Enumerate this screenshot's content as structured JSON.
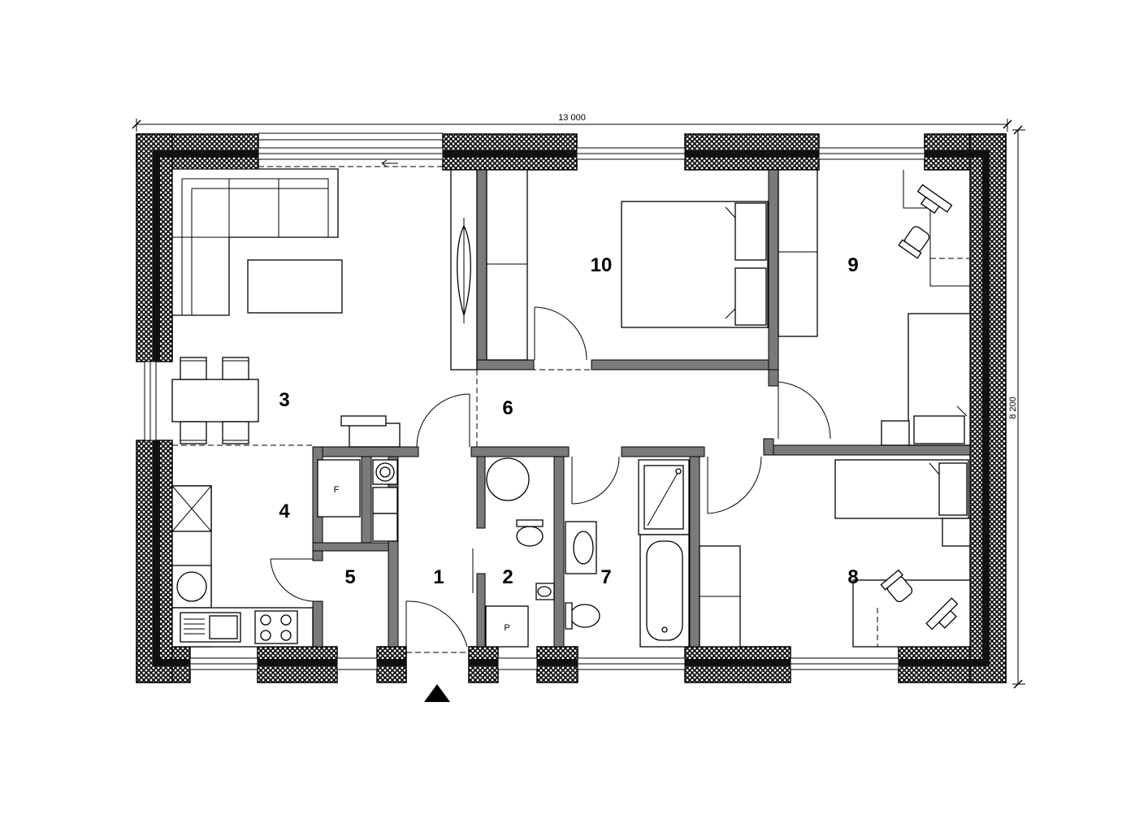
{
  "dimensions": {
    "width": "13 000",
    "depth": "8 200"
  },
  "rooms": [
    {
      "number": "1"
    },
    {
      "number": "2"
    },
    {
      "number": "3"
    },
    {
      "number": "4"
    },
    {
      "number": "5"
    },
    {
      "number": "6"
    },
    {
      "number": "7"
    },
    {
      "number": "8"
    },
    {
      "number": "9"
    },
    {
      "number": "10"
    }
  ],
  "fixtures": {
    "fridge": "F",
    "boiler": "P"
  },
  "icons": {
    "entrance": "entrance-arrow-icon",
    "sliding_door": "sliding-door-arrow-icon"
  },
  "colors": {
    "hatch": "#000000",
    "interior_wall": "#7a7a7a",
    "background": "#ffffff"
  }
}
